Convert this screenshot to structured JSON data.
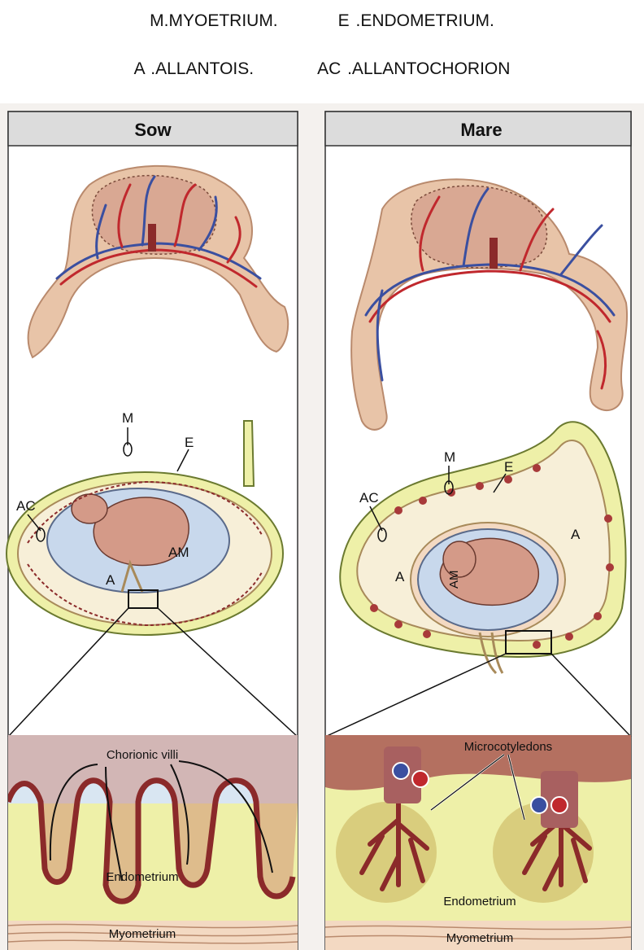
{
  "legend": {
    "line1": {
      "m": "M.MYOETRIUM.",
      "e": "E .ENDOMETRIUM."
    },
    "line2": {
      "a": "A .ALLANTOIS.",
      "ac": "AC .ALLANTOCHORION"
    }
  },
  "panels": {
    "sow": {
      "header": "Sow",
      "labels": {
        "ac": "AC",
        "m": "M",
        "e": "E",
        "am": "AM",
        "a": "A"
      },
      "zoom": {
        "villi": "Chorionic villi",
        "endometrium": "Endometrium",
        "myometrium": "Myometrium"
      }
    },
    "mare": {
      "header": "Mare",
      "labels": {
        "ac": "AC",
        "m": "M",
        "e": "E",
        "a_left": "A",
        "a_right": "A",
        "am": "AM"
      },
      "zoom": {
        "microcotyledons": "Microcotyledons",
        "endometrium": "Endometrium",
        "myometrium": "Myometrium"
      }
    }
  },
  "colors": {
    "chorion": "#e8c4a8",
    "membrane_dark": "#c99a7c",
    "artery": "#c0282d",
    "vein": "#3a4fa0",
    "allantoic_cream": "#f7efd8",
    "amnion_blue": "#c8d8ec",
    "endometrium_yellow": "#eef0a8",
    "villi_brown": "#8b2a2a",
    "header_gray": "#dcdcdc",
    "fetus": "#d49a88"
  }
}
